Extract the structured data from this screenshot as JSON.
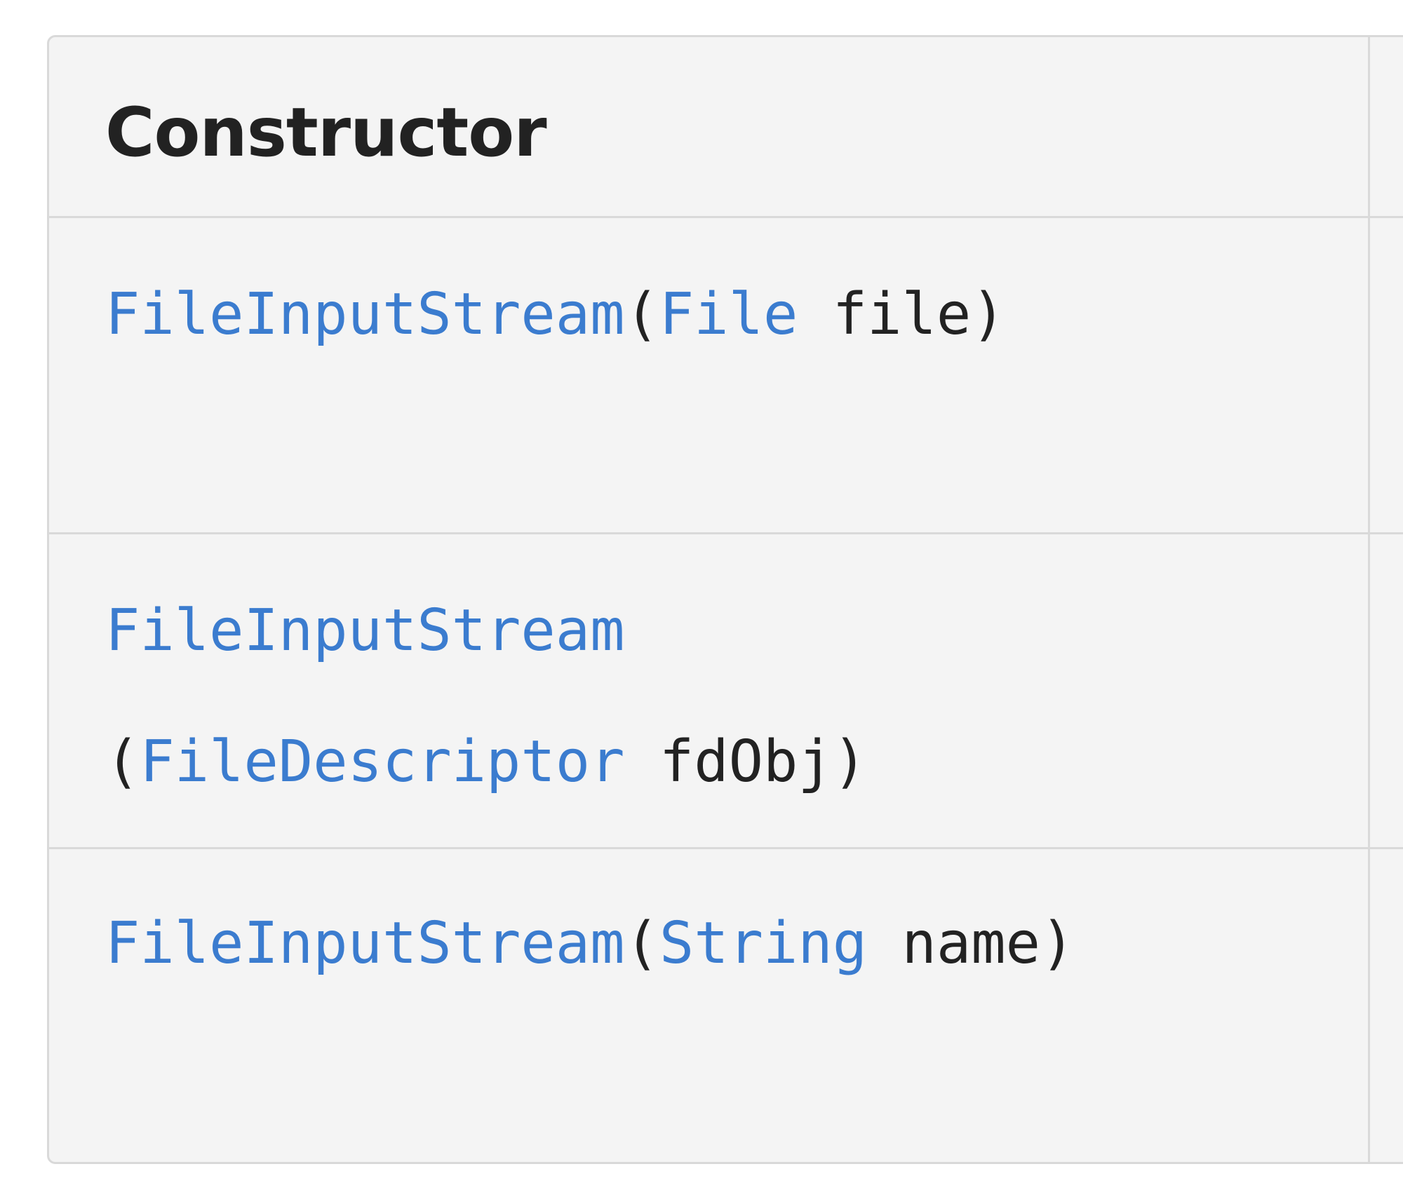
{
  "table": {
    "header": "Constructor",
    "rows": [
      {
        "line1": {
          "method": "FileInputStream",
          "open": "(",
          "type": "File",
          "space": " ",
          "param": "file",
          "close": ")"
        }
      },
      {
        "line1": {
          "method": "FileInputStream"
        },
        "line2": {
          "open": "(",
          "type": "FileDescriptor",
          "space": " ",
          "param": "fdObj",
          "close": ")"
        }
      },
      {
        "line1": {
          "method": "FileInputStream",
          "open": "(",
          "type": "String",
          "space": " ",
          "param": "name",
          "close": ")"
        }
      }
    ]
  },
  "colors": {
    "link": "#3b7ccf",
    "text": "#222222",
    "background": "#f4f4f4",
    "border": "#d9d9d9"
  }
}
